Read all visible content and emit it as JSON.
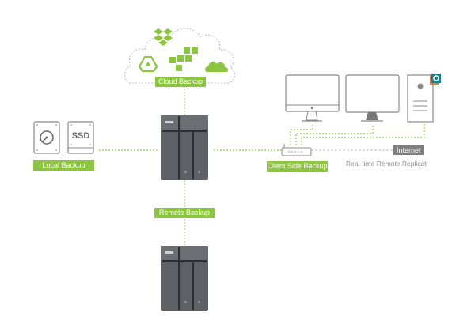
{
  "colors": {
    "accent": "#8cc63f",
    "line_green": "#8cc63f",
    "line_gray": "#bbbbbb",
    "device_dark": "#555a5e",
    "internet_tag": "#7f7f7f",
    "replication_badge_teal": "#1e7f8c",
    "replication_badge_orange": "#e07a3a"
  },
  "labels": {
    "cloud_backup": "Cloud Backup",
    "local_backup": "Local Backup",
    "remote_backup": "Remote Backup",
    "client_side_backup": "Client Side Backup",
    "internet": "Internet",
    "realtime": "Real-time Remote Replicat",
    "ssd": "SSD"
  },
  "cloud_services": [
    "dropbox-icon",
    "google-drive-icon",
    "amazon-s3-icon",
    "onedrive-icon"
  ],
  "devices": {
    "local_storage": [
      "hdd-icon",
      "ssd-icon"
    ],
    "nas_primary": "nas-2-bay",
    "nas_remote": "nas-2-bay",
    "clients": [
      "imac-icon",
      "monitor-icon",
      "desktop-tower-icon"
    ],
    "router": "router-icon"
  }
}
